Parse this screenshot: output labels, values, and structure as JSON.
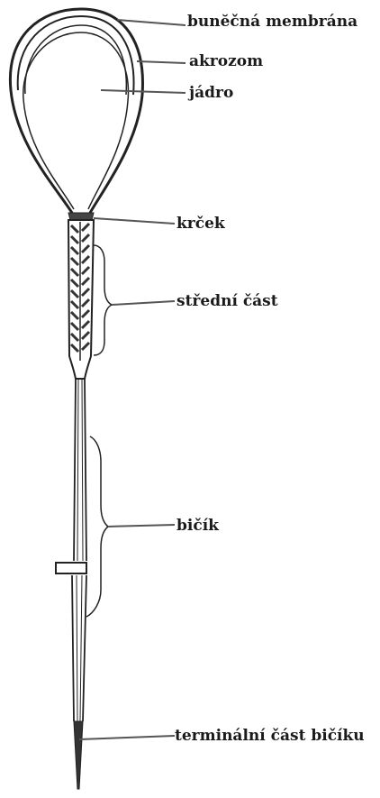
{
  "labels": {
    "cell_membrane": "bunĕčná membrána",
    "acrosome": "akrozom",
    "nucleus": "jádro",
    "neck": "krček",
    "middle_piece": "střední část",
    "flagellum": "bičík",
    "terminal_piece": "terminální část bičíku"
  },
  "colors": {
    "ink": "#222222",
    "leader": "#555555",
    "label": "#1a1a1a",
    "background": "#ffffff"
  }
}
